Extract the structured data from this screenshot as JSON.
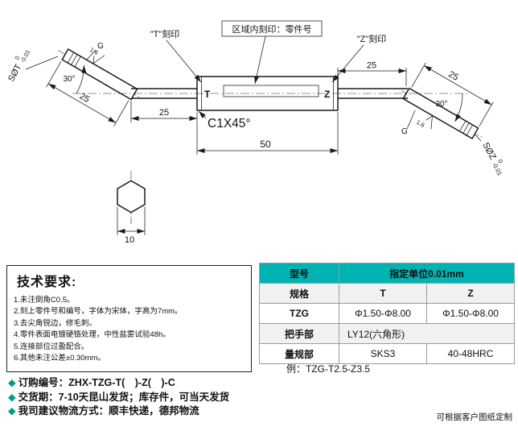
{
  "drawing": {
    "labels": {
      "t_engrave_label": "\"T\"刻印",
      "area_engrave_label": "区域内刻印：零件号",
      "z_engrave_label": "\"Z\"刻印",
      "t_mark": "T",
      "z_mark": "Z",
      "chamfer": "C1X45°",
      "dim_body_len": "50",
      "dim_left_shaft": "25",
      "dim_left_handle": "25",
      "dim_right_shaft": "25",
      "dim_right_handle": "25",
      "angle_left": "30°",
      "angle_right": "30°",
      "dia_left_prefix": "SØT",
      "dia_left_tol_up": "0",
      "dia_left_tol_dn": "-0.01",
      "dia_right_prefix": "SØZ",
      "dia_right_tol_up": "0",
      "dia_right_tol_dn": "-0.01",
      "g_left": "G",
      "g_right": "G",
      "rough_left": "1.6",
      "rough_right": "1.6",
      "hex_width": "10"
    }
  },
  "tech_requirements": {
    "title": "技术要求:",
    "items": [
      "1.未注倒角C0.5。",
      "2.刻上零件号和编号，字体为宋体，字高为7mm。",
      "3.去尖角锐边，修毛刺。",
      "4.零件表面电镀硬铬处理，中性盐雾试验48h。",
      "5.连接部位过盈配合。",
      "6.其他未注公差±0.30mm。"
    ]
  },
  "spec_table": {
    "model_label": "型号",
    "unit_label": "指定单位0.01mm",
    "spec_label": "规格",
    "col_t": "T",
    "col_z": "Z",
    "series_label": "TZG",
    "series_t": "Φ1.50-Φ8.00",
    "series_z": "Φ1.50-Φ8.00",
    "handle_label": "把手部",
    "handle_value": "LY12(六角形)",
    "gauge_label": "量规部",
    "gauge_t": "SKS3",
    "gauge_z": "40-48HRC",
    "example": "例：TZG-T2.5-Z3.5"
  },
  "order_info": {
    "bullet": "◆",
    "lines": [
      "订购编号：ZHX-TZG-T(　)-Z(　)-C",
      "交货期：7-10天昆山发货；库存件，可当天发货",
      "我司建议物流方式：顺丰快递，德邦物流"
    ]
  },
  "footer_note": "可根据客户图纸定制",
  "colors": {
    "table-header": "#00b3b3",
    "bullet": "#009e89"
  }
}
